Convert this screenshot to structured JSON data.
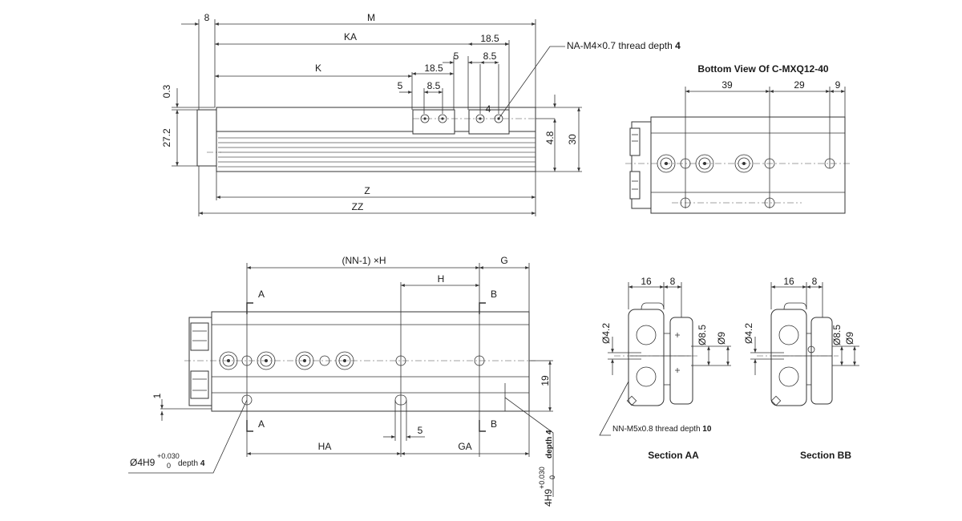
{
  "colors": {
    "line": "#333333",
    "text": "#1a1a1a",
    "background": "#ffffff"
  },
  "top_view": {
    "dims": {
      "d8": "8",
      "M": "M",
      "KA": "KA",
      "K": "K",
      "d18_5_top": "18.5",
      "d5_upper": "5",
      "d8_5_upper": "8.5",
      "d18_5_mid": "18.5",
      "d5_lower": "5",
      "d8_5_lower": "8.5",
      "d0_3": "0.3",
      "d27_2": "27.2",
      "d4": "4",
      "d4_8": "4.8",
      "d30": "30",
      "Z": "Z",
      "ZZ": "ZZ"
    },
    "callout": "NA-M4×0.7 thread depth ",
    "callout_depth": "4"
  },
  "bottom_view": {
    "title": "Bottom View Of C-MXQ12-40",
    "dims": {
      "d39": "39",
      "d29": "29",
      "d9": "9"
    }
  },
  "side_view": {
    "dims": {
      "nnh": "(NN-1) ×H",
      "G": "G",
      "H": "H",
      "d19": "19",
      "d1": "1",
      "d5": "5",
      "HA": "HA",
      "GA": "GA"
    },
    "markers": {
      "A_top": "A",
      "B_top": "B",
      "A_bottom": "A",
      "B_bottom": "B"
    },
    "callout_left_main": "Ø4H9",
    "callout_left_tol_upper": "+0.030",
    "callout_left_tol_lower": "0",
    "callout_left_depth": "depth ",
    "callout_left_depth_value": "4",
    "callout_right_main": "4H9",
    "callout_right_tol_upper": "+0.030",
    "callout_right_tol_lower": "0",
    "callout_right_depth": "depth 4"
  },
  "sections": {
    "aa": {
      "title": "Section AA",
      "d16": "16",
      "d8": "8",
      "d4_2": "Ø4.2",
      "d8_5": "Ø8.5",
      "d9": "Ø9"
    },
    "bb": {
      "title": "Section BB",
      "d16": "16",
      "d8": "8",
      "d4_2": "Ø4.2",
      "d8_5": "Ø8.5",
      "d9": "Ø9"
    },
    "callout": "NN-M5x0.8 thread depth ",
    "callout_depth": "10"
  }
}
